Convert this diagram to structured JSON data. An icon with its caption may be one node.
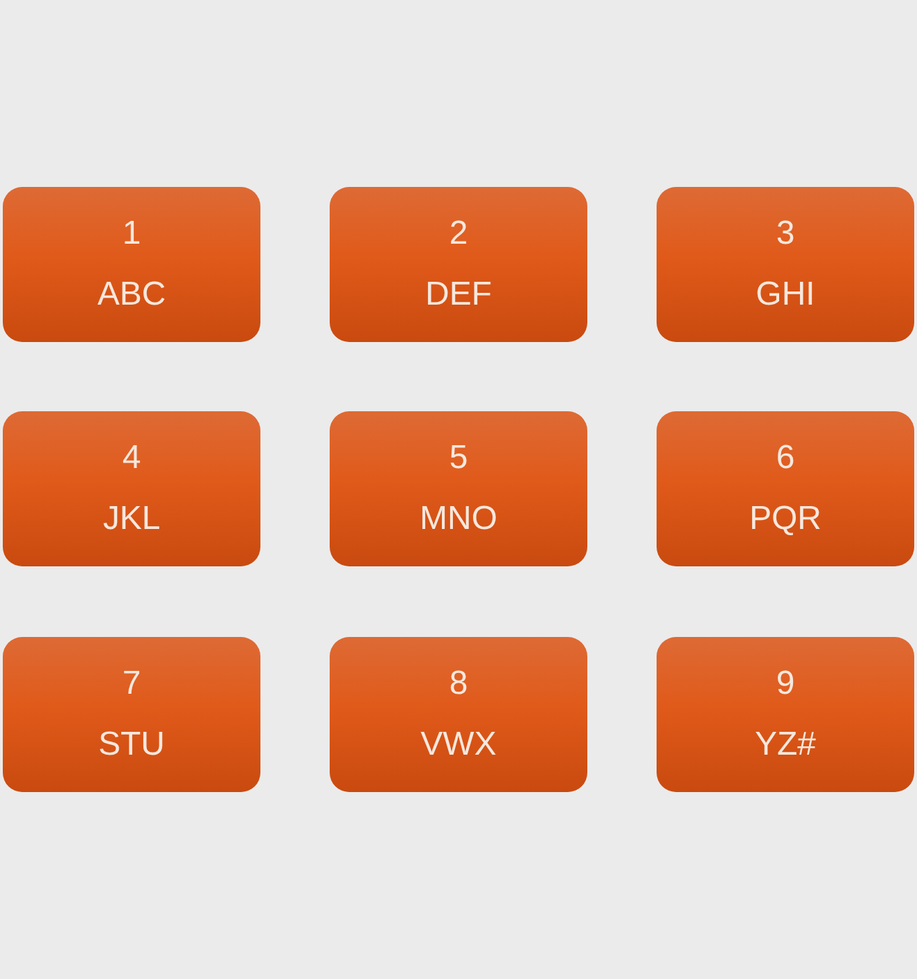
{
  "diagram": {
    "nodes": [
      {
        "text": [
          "1",
          "ABC"
        ]
      },
      {
        "text": [
          "2",
          "DEF"
        ]
      },
      {
        "text": [
          "3",
          "GHI"
        ]
      },
      {
        "text": [
          "4",
          "JKL"
        ]
      },
      {
        "text": [
          "5",
          "MNO"
        ]
      },
      {
        "text": [
          "6",
          "PQR"
        ]
      },
      {
        "text": [
          "7",
          "STU"
        ]
      },
      {
        "text": [
          "8",
          "VWX"
        ]
      },
      {
        "text": [
          "9",
          "YZ#"
        ]
      }
    ]
  }
}
